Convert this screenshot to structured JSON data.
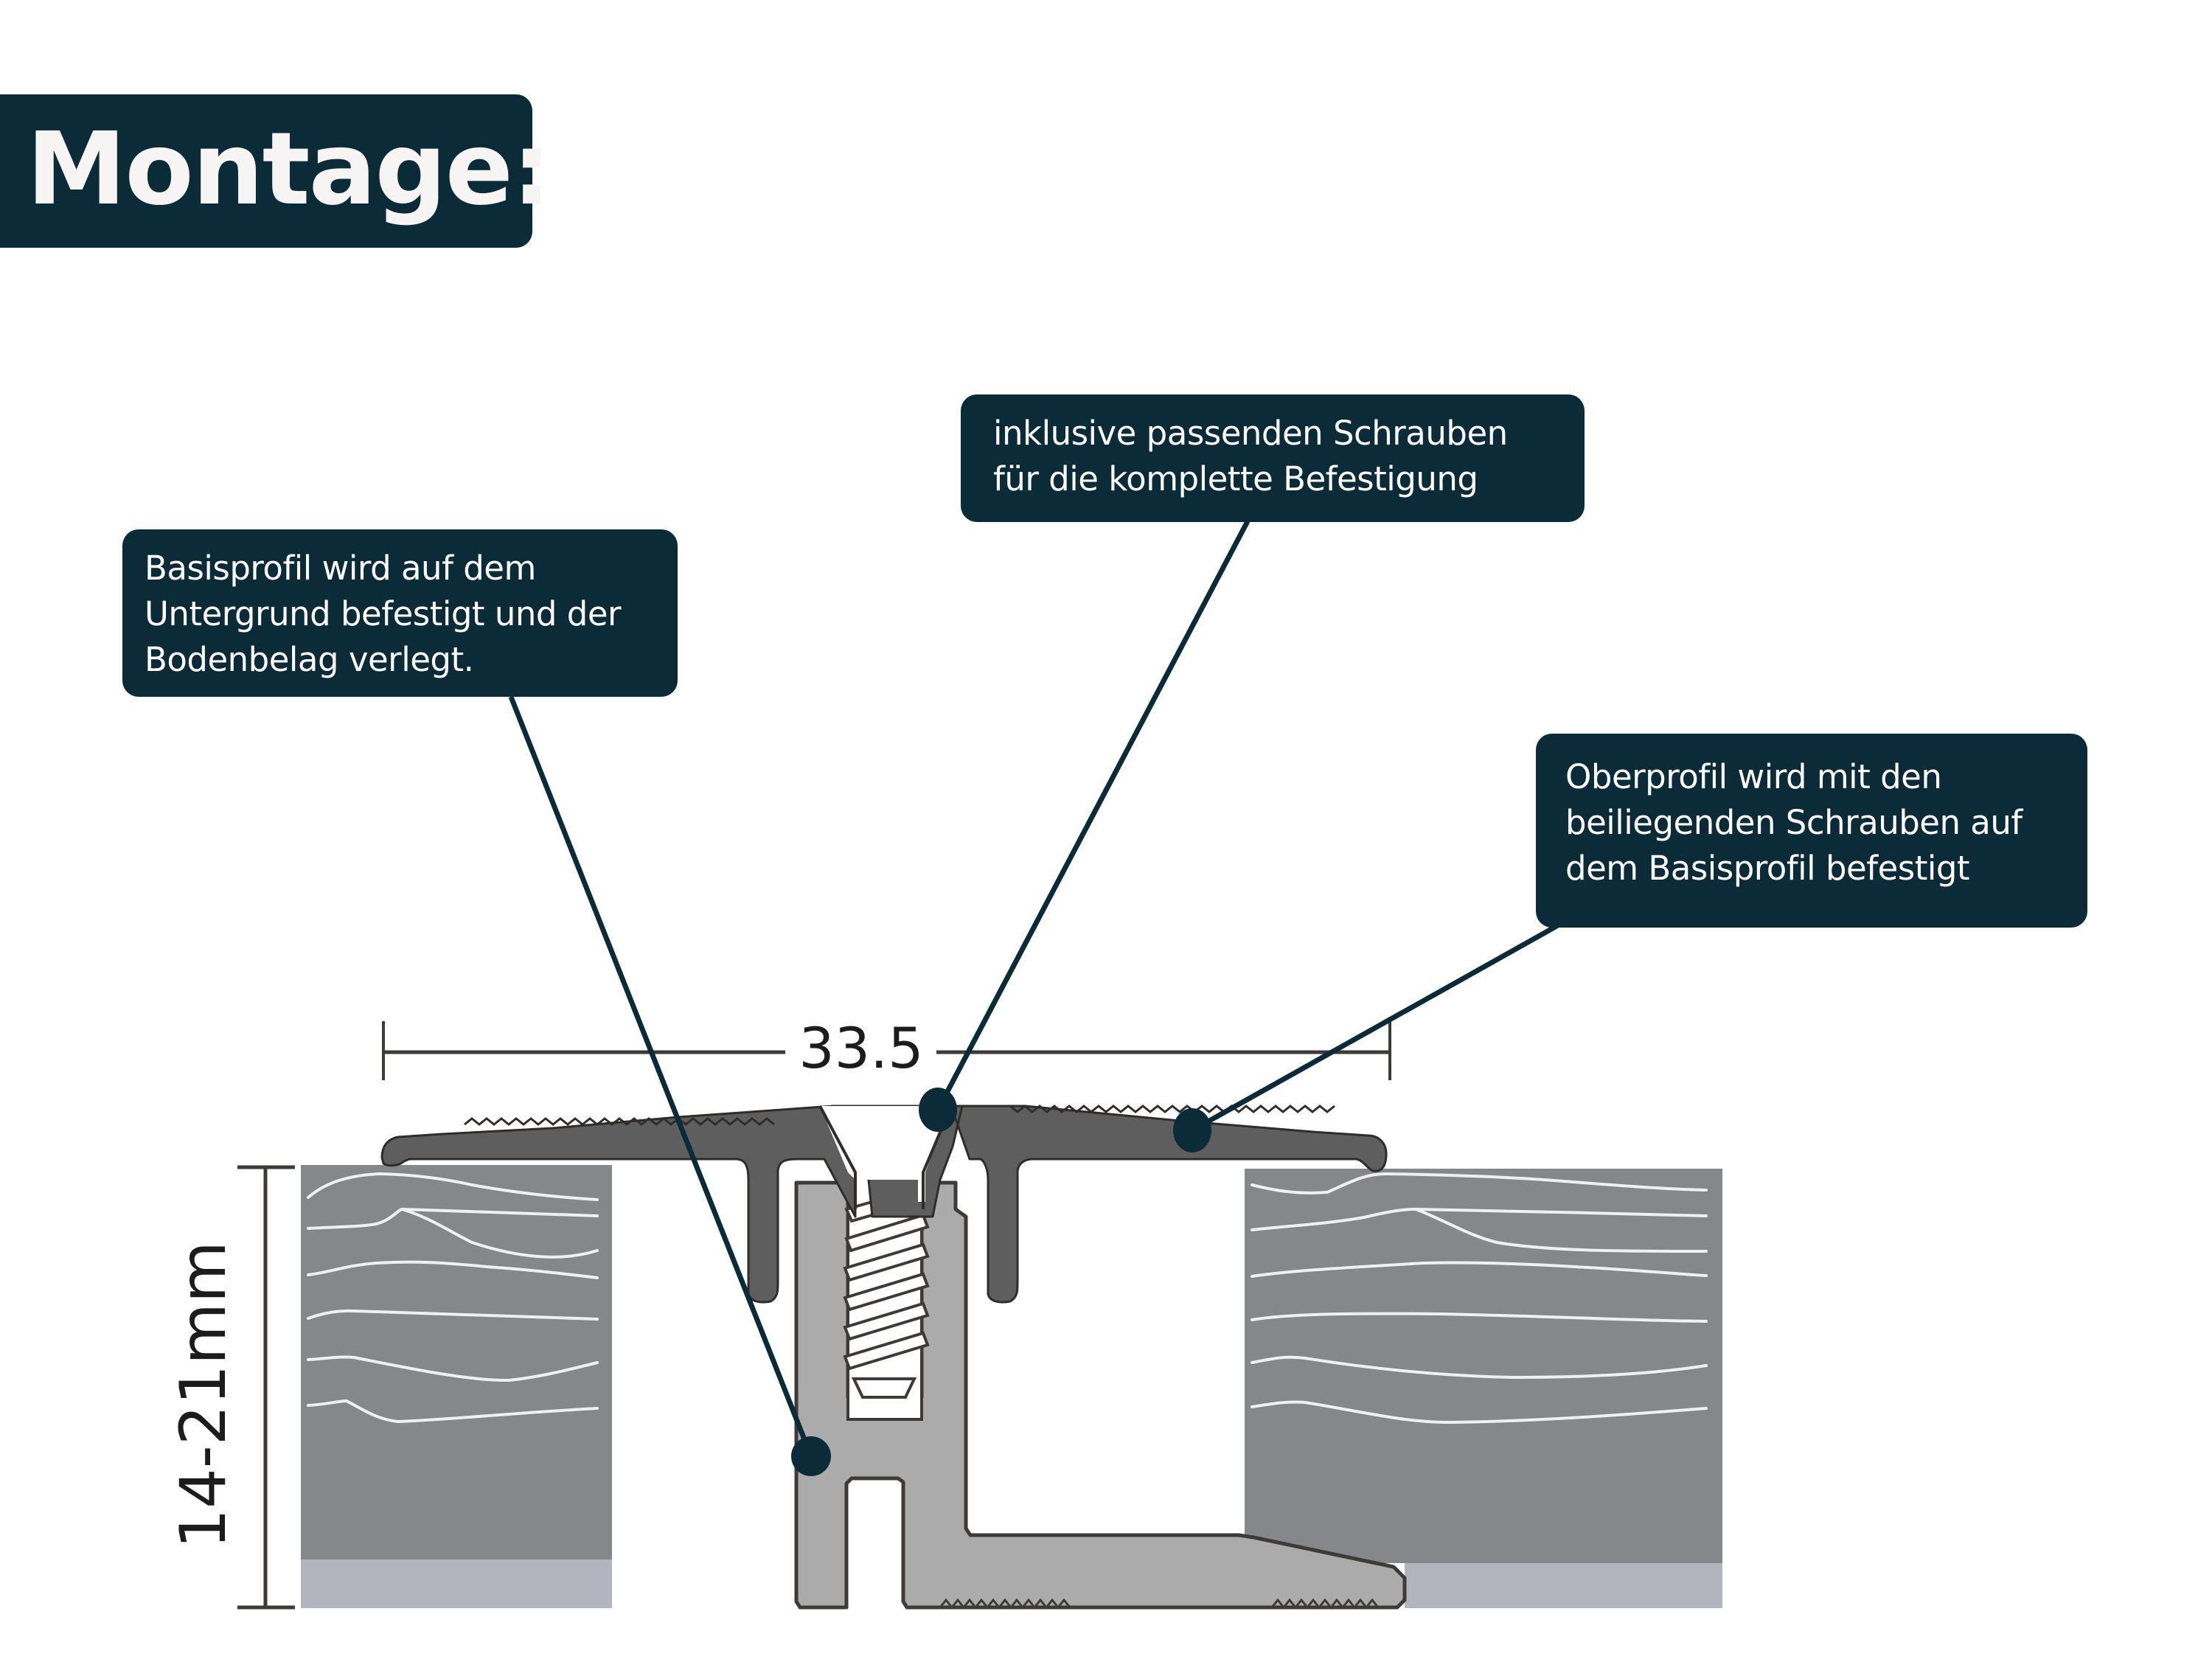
{
  "title": "Montage:",
  "callouts": {
    "top": {
      "lines": [
        "inklusive passenden Schrauben",
        "für die komplette Befestigung"
      ]
    },
    "left": {
      "lines": [
        "Basisprofil wird auf dem",
        "Untergrund befestigt und der",
        "Bodenbelag verlegt."
      ]
    },
    "right": {
      "lines": [
        "Oberprofil wird mit den",
        "beiliegenden Schrauben auf",
        "dem Basisprofil befestigt"
      ]
    }
  },
  "dimensions": {
    "width_label": "33.5",
    "height_label": "14-21mm"
  },
  "colors": {
    "callout_bg": "#0b2b39",
    "top_profile": "#5e5e5e",
    "base_profile": "#ababab",
    "floor_board": "#85878b",
    "underlay": "#b2b5bd"
  }
}
